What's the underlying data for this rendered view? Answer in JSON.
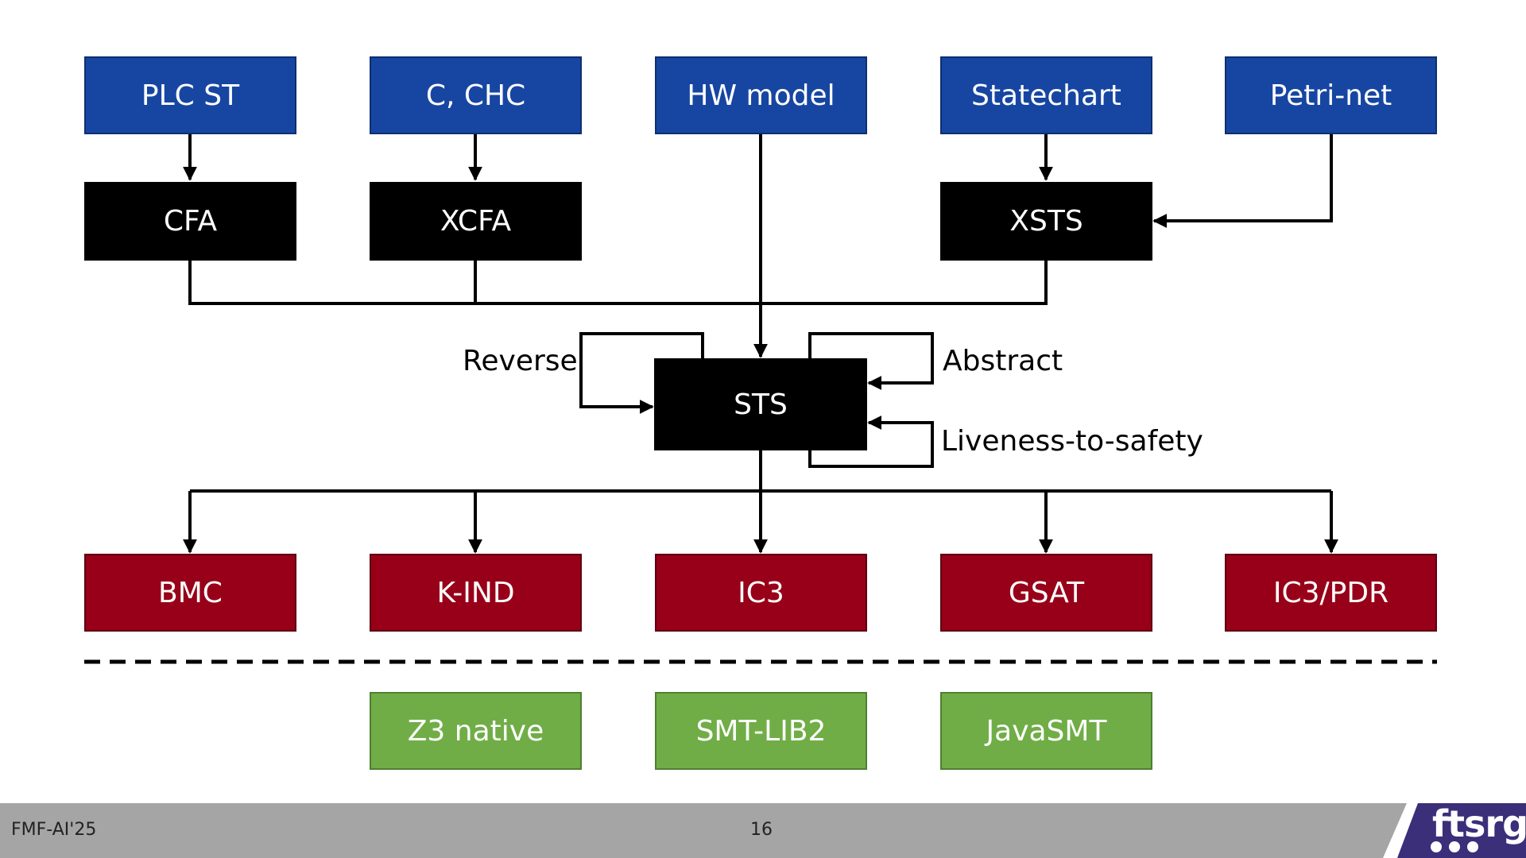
{
  "sources": {
    "plc_st": "PLC ST",
    "c_chc": "C, CHC",
    "hw_model": "HW model",
    "statechart": "Statechart",
    "petri_net": "Petri-net"
  },
  "formalisms": {
    "cfa": "CFA",
    "xcfa": "XCFA",
    "xsts": "XSTS",
    "sts": "STS"
  },
  "transformations": {
    "reverse": "Reverse",
    "abstract": "Abstract",
    "liveness_to_safety": "Liveness-to-safety"
  },
  "algorithms": {
    "bmc": "BMC",
    "kind": "K-IND",
    "ic3": "IC3",
    "gsat": "GSAT",
    "ic3pdr": "IC3/PDR"
  },
  "solvers": {
    "z3": "Z3 native",
    "smtlib2": "SMT-LIB2",
    "javasmt": "JavaSMT"
  },
  "footer": {
    "event": "FMF-AI'25",
    "page": "16",
    "logo": "ftsrg"
  },
  "colors": {
    "source": "#1746A2",
    "formalism": "#000000",
    "algorithm": "#970018",
    "solver": "#70AD47",
    "footer": "#a5a5a5",
    "logo": "#3b2f7a"
  }
}
